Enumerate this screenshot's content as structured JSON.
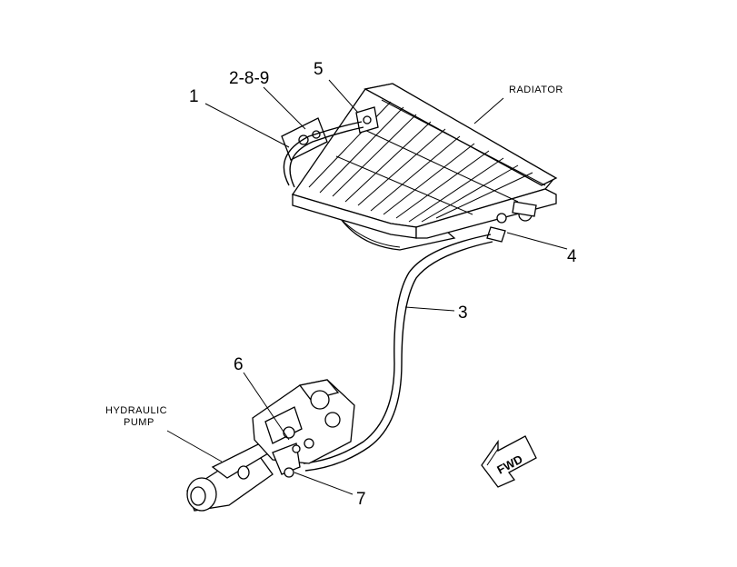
{
  "labels": {
    "part_1": "1",
    "part_2_8_9": "2-8-9",
    "part_3": "3",
    "part_4": "4",
    "part_5": "5",
    "part_6": "6",
    "part_7": "7",
    "radiator": "RADIATOR",
    "hydraulic_line1": "HYDRAULIC",
    "hydraulic_line2": "PUMP",
    "fwd": "FWD"
  }
}
